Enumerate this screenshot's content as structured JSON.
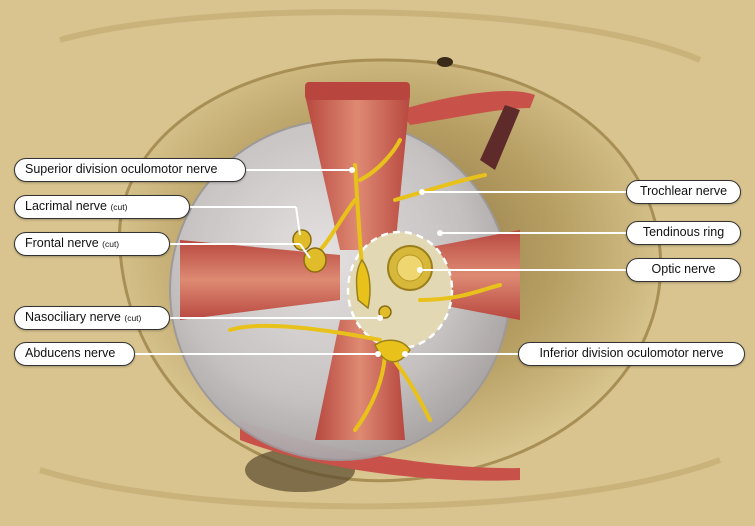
{
  "labels": {
    "superior_division_oculomotor": {
      "text": "Superior division oculomotor nerve",
      "cut": ""
    },
    "lacrimal": {
      "text": "Lacrimal nerve",
      "cut": "(cut)"
    },
    "frontal": {
      "text": "Frontal nerve",
      "cut": "(cut)"
    },
    "nasociliary": {
      "text": "Nasociliary nerve",
      "cut": "(cut)"
    },
    "abducens": {
      "text": "Abducens nerve",
      "cut": ""
    },
    "trochlear": {
      "text": "Trochlear nerve",
      "cut": ""
    },
    "tendinous_ring": {
      "text": "Tendinous ring",
      "cut": ""
    },
    "optic": {
      "text": "Optic nerve",
      "cut": ""
    },
    "inferior_division_oculomotor": {
      "text": "Inferior division oculomotor nerve",
      "cut": ""
    }
  },
  "colors": {
    "bone": "#d9c48f",
    "bone_shadow": "#a88f55",
    "muscle": "#c8524a",
    "nerve": "#e8c21a",
    "globe": "#c9c6c8",
    "label_border": "#333333"
  }
}
